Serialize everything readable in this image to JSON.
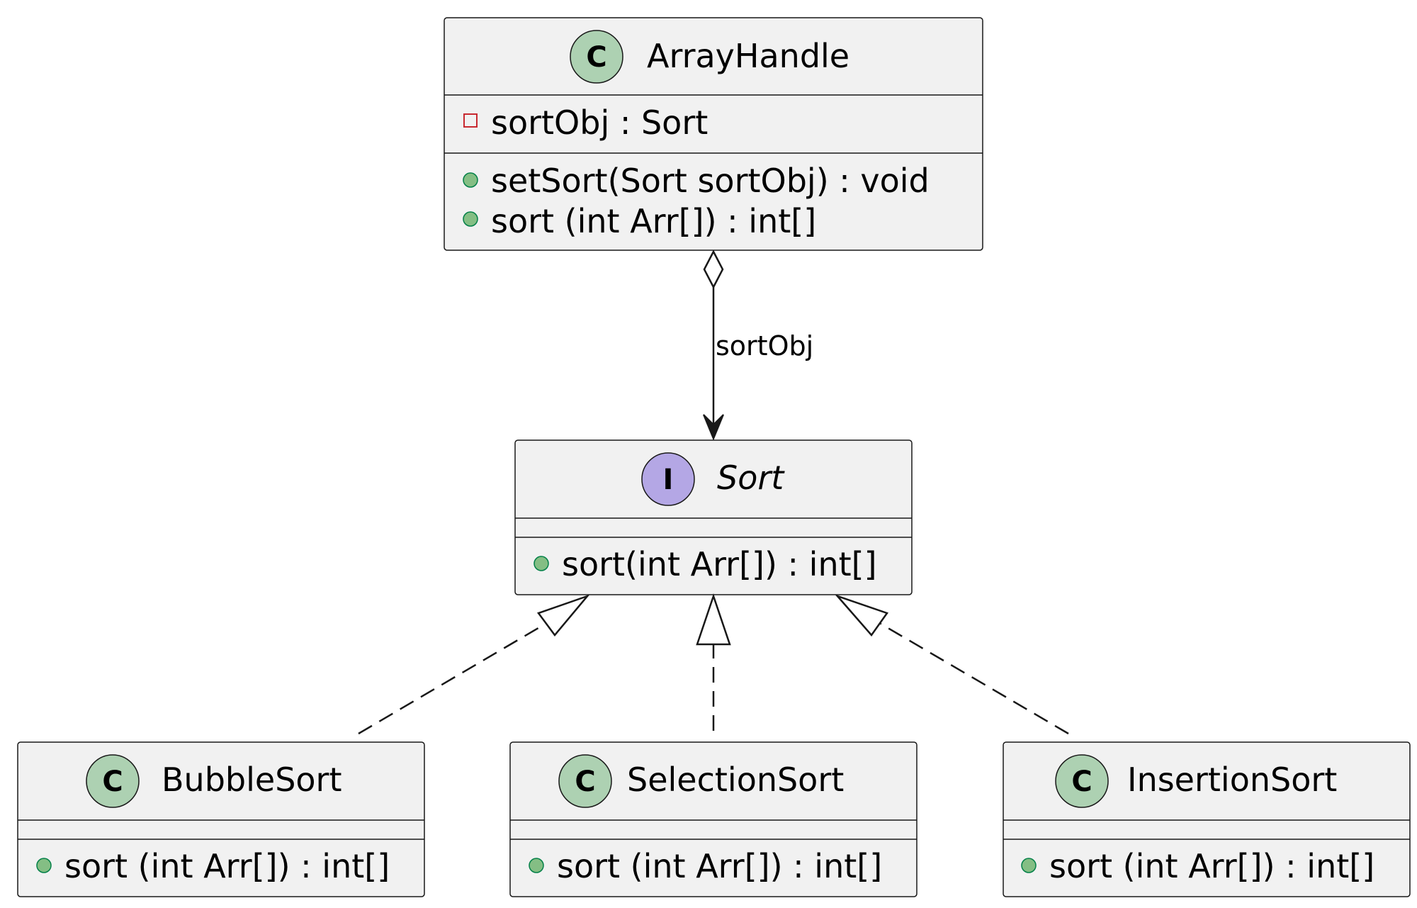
{
  "colors": {
    "box_fill": "#F1F1F1",
    "border": "#181818",
    "class_badge": "#ADD1B2",
    "interface_badge": "#B4A7E5",
    "public_marker": "#84BE84",
    "public_marker_stroke": "#038048",
    "private_marker": "#C82930"
  },
  "classes": {
    "array_handle": {
      "badge": "C",
      "name": "ArrayHandle",
      "fields": [
        {
          "visibility": "private",
          "text": "sortObj : Sort"
        }
      ],
      "methods": [
        {
          "visibility": "public",
          "text": "setSort(Sort sortObj) : void"
        },
        {
          "visibility": "public",
          "text": "sort (int Arr[]) : int[]"
        }
      ]
    },
    "sort": {
      "badge": "I",
      "name": "Sort",
      "stereotype": "interface",
      "methods": [
        {
          "visibility": "public",
          "text": "sort(int Arr[]) : int[]"
        }
      ]
    },
    "bubble_sort": {
      "badge": "C",
      "name": "BubbleSort",
      "methods": [
        {
          "visibility": "public",
          "text": "sort (int Arr[]) : int[]"
        }
      ]
    },
    "selection_sort": {
      "badge": "C",
      "name": "SelectionSort",
      "methods": [
        {
          "visibility": "public",
          "text": "sort (int Arr[]) : int[]"
        }
      ]
    },
    "insertion_sort": {
      "badge": "C",
      "name": "InsertionSort",
      "methods": [
        {
          "visibility": "public",
          "text": "sort (int Arr[]) : int[]"
        }
      ]
    }
  },
  "relations": {
    "aggregation": {
      "from": "ArrayHandle",
      "to": "Sort",
      "label": "sortObj"
    },
    "realizations": [
      {
        "from": "BubbleSort",
        "to": "Sort"
      },
      {
        "from": "SelectionSort",
        "to": "Sort"
      },
      {
        "from": "InsertionSort",
        "to": "Sort"
      }
    ]
  }
}
